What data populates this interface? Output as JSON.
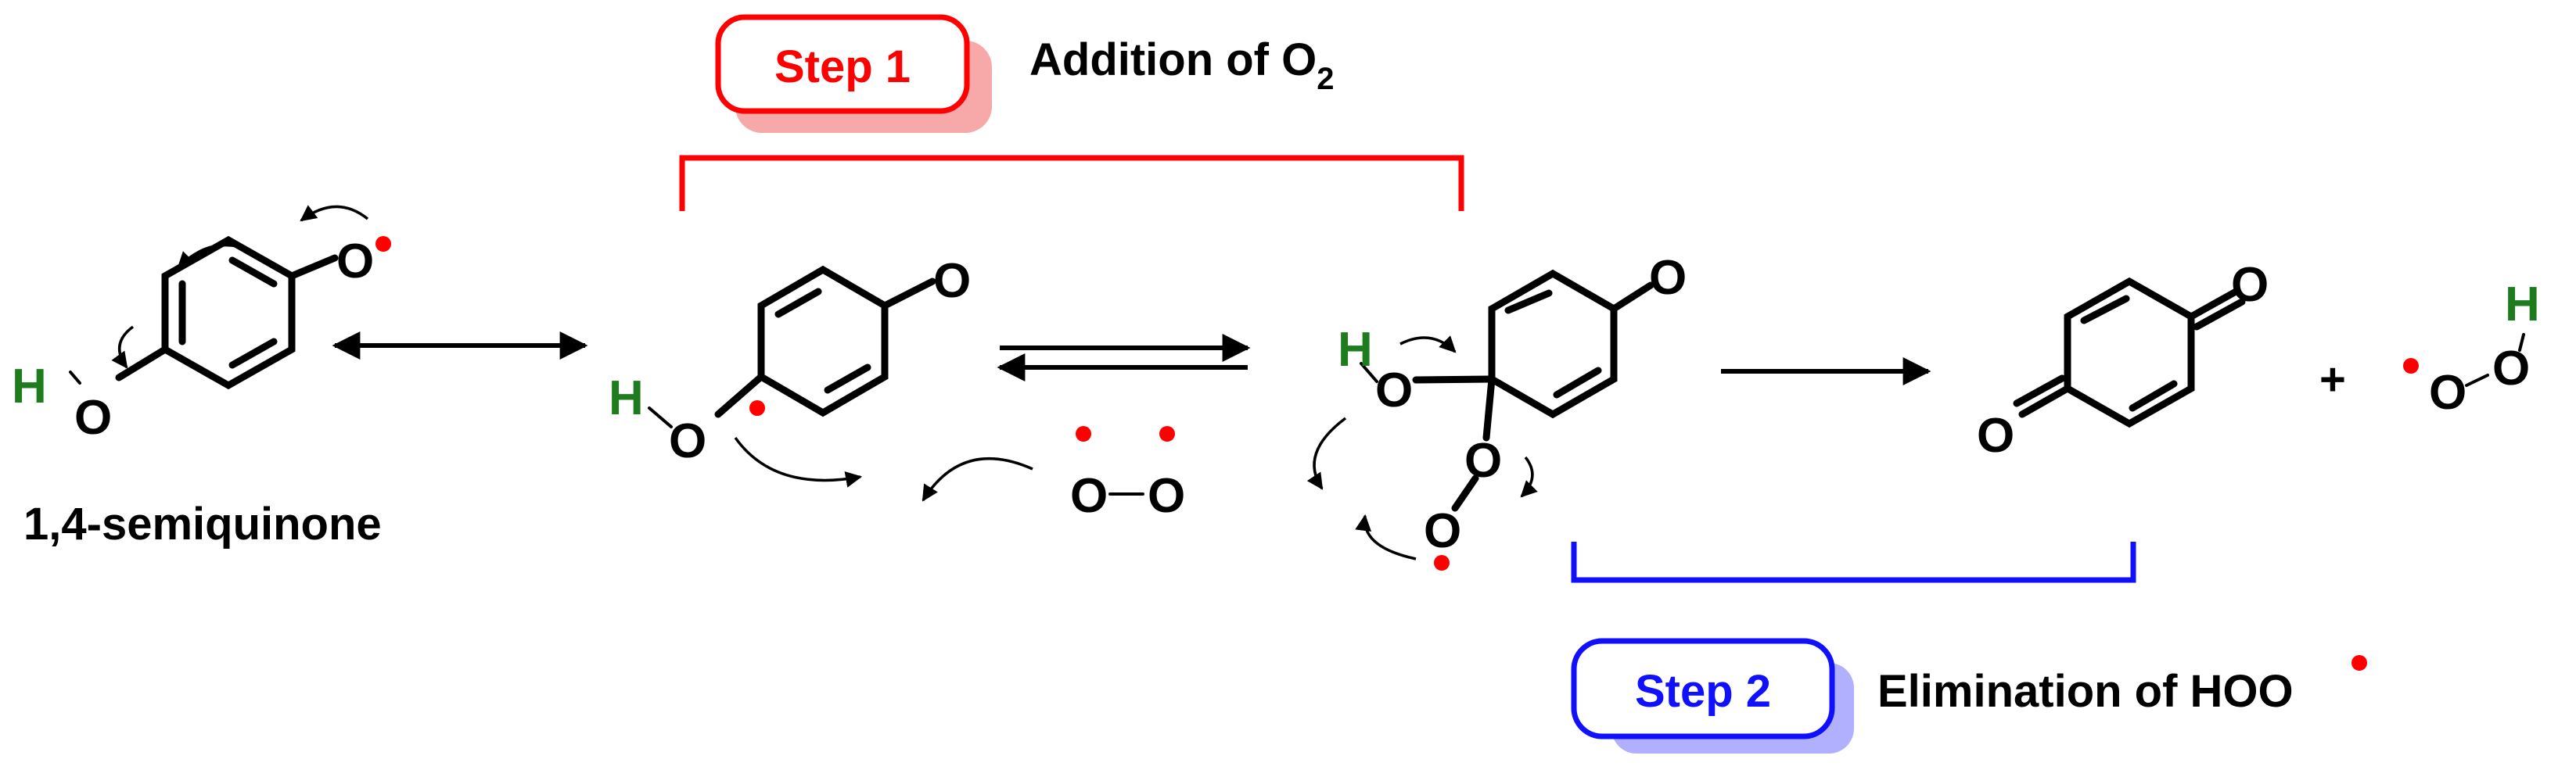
{
  "colors": {
    "radical": "#ff0000",
    "hydrogen": "#1e7b1e",
    "step1": "#ff0000",
    "step1_shadow": "#f7a8a8",
    "step2": "#1010ff",
    "step2_shadow": "#b0b0ff",
    "bond": "#000000"
  },
  "labels": {
    "semiquinone": "1,4-semiquinone",
    "plus": "+"
  },
  "step1": {
    "badge": "Step 1",
    "title_main": "Addition of O",
    "title_sub": "2"
  },
  "step2": {
    "badge": "Step 2",
    "title": "Elimination of HOO"
  },
  "atoms": {
    "O": "O",
    "H": "H"
  }
}
